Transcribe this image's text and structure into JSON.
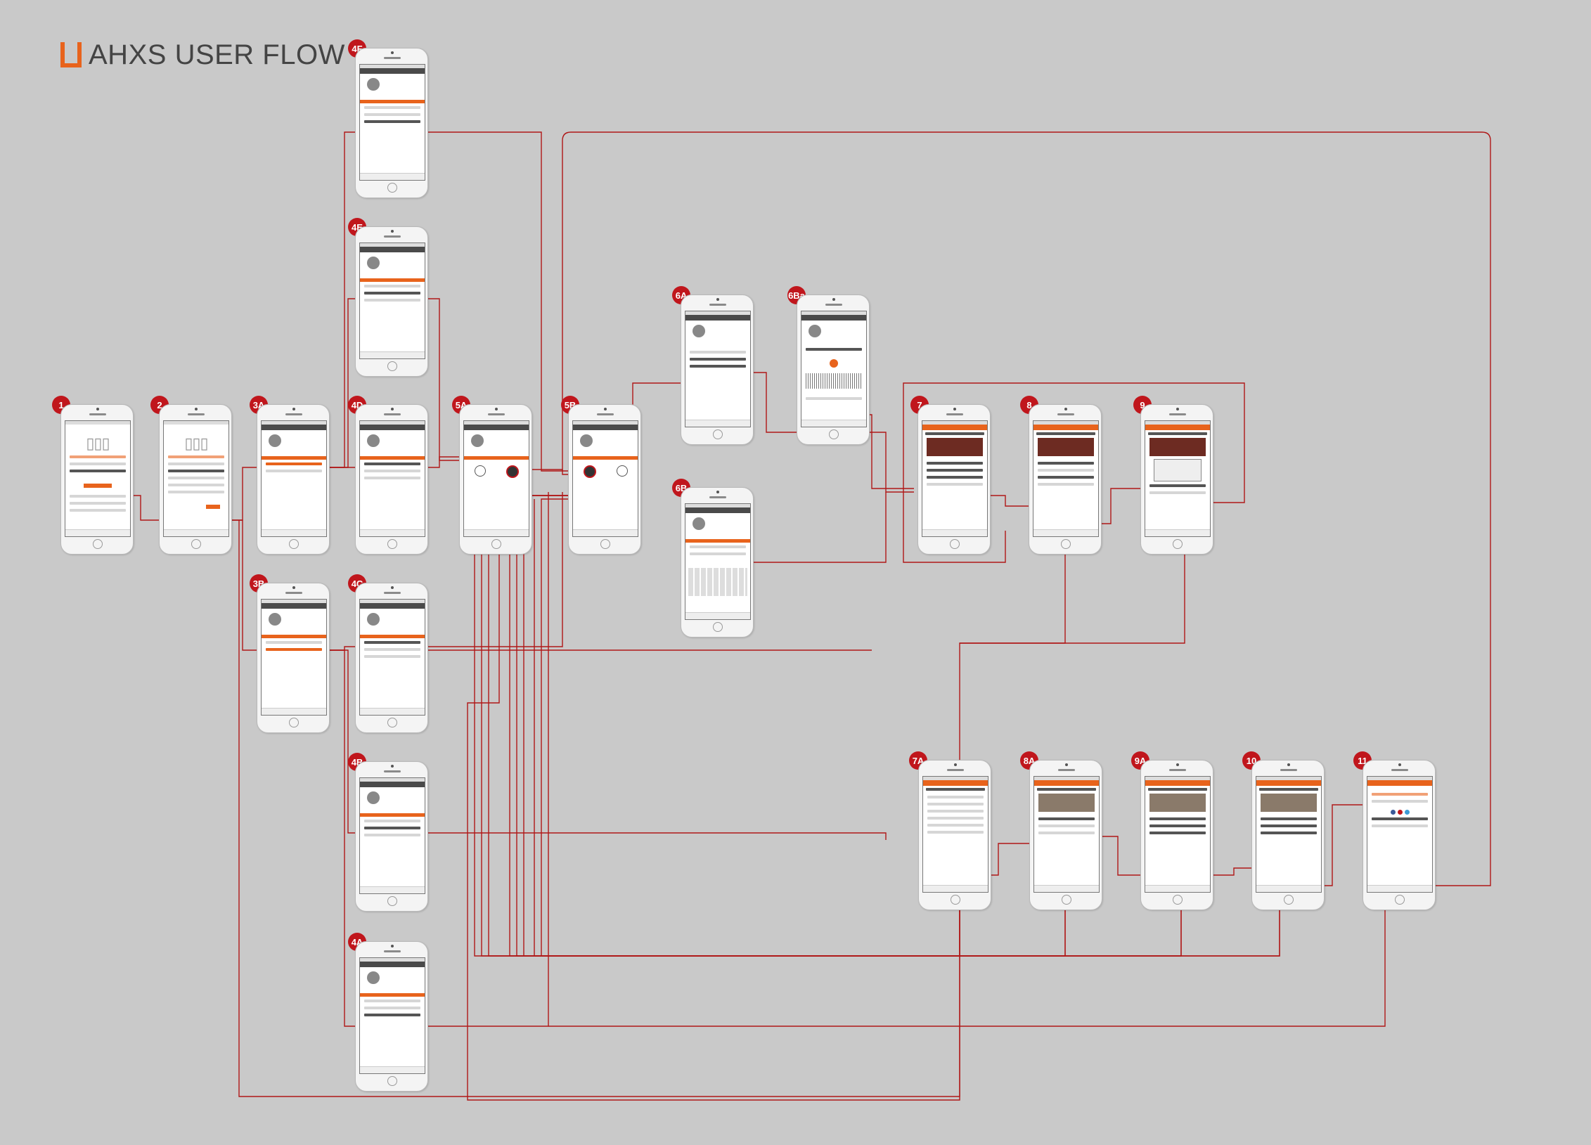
{
  "header": {
    "logo_text": "AHXS",
    "title": "USER FLOW",
    "accent_color": "#e8631c",
    "badge_color": "#c0161c",
    "line_color": "#b01818"
  },
  "screens": [
    {
      "id": "1",
      "label": "1",
      "kind": "login"
    },
    {
      "id": "2",
      "label": "2",
      "kind": "login-form"
    },
    {
      "id": "3A",
      "label": "3A",
      "kind": "profile-menu"
    },
    {
      "id": "3B",
      "label": "3B",
      "kind": "profile-menu"
    },
    {
      "id": "4A",
      "label": "4A",
      "kind": "profile-list"
    },
    {
      "id": "4B",
      "label": "4B",
      "kind": "profile-list"
    },
    {
      "id": "4C",
      "label": "4C",
      "kind": "profile-list"
    },
    {
      "id": "4D",
      "label": "4D",
      "kind": "profile-list"
    },
    {
      "id": "4E",
      "label": "4E",
      "kind": "profile-list"
    },
    {
      "id": "4F",
      "label": "4F",
      "kind": "profile-list"
    },
    {
      "id": "5A",
      "label": "5A",
      "kind": "search-choice"
    },
    {
      "id": "5B",
      "label": "5B",
      "kind": "search-choice"
    },
    {
      "id": "6A",
      "label": "6A",
      "kind": "search-type"
    },
    {
      "id": "6Ba",
      "label": "6Ba",
      "kind": "voice"
    },
    {
      "id": "6B",
      "label": "6B",
      "kind": "keyboard"
    },
    {
      "id": "7",
      "label": "7",
      "kind": "venue"
    },
    {
      "id": "8",
      "label": "8",
      "kind": "venue"
    },
    {
      "id": "9",
      "label": "9",
      "kind": "venue-call"
    },
    {
      "id": "7A",
      "label": "7A",
      "kind": "review"
    },
    {
      "id": "8A",
      "label": "8A",
      "kind": "review"
    },
    {
      "id": "9A",
      "label": "9A",
      "kind": "review"
    },
    {
      "id": "10",
      "label": "10",
      "kind": "review"
    },
    {
      "id": "11",
      "label": "11",
      "kind": "share"
    }
  ]
}
